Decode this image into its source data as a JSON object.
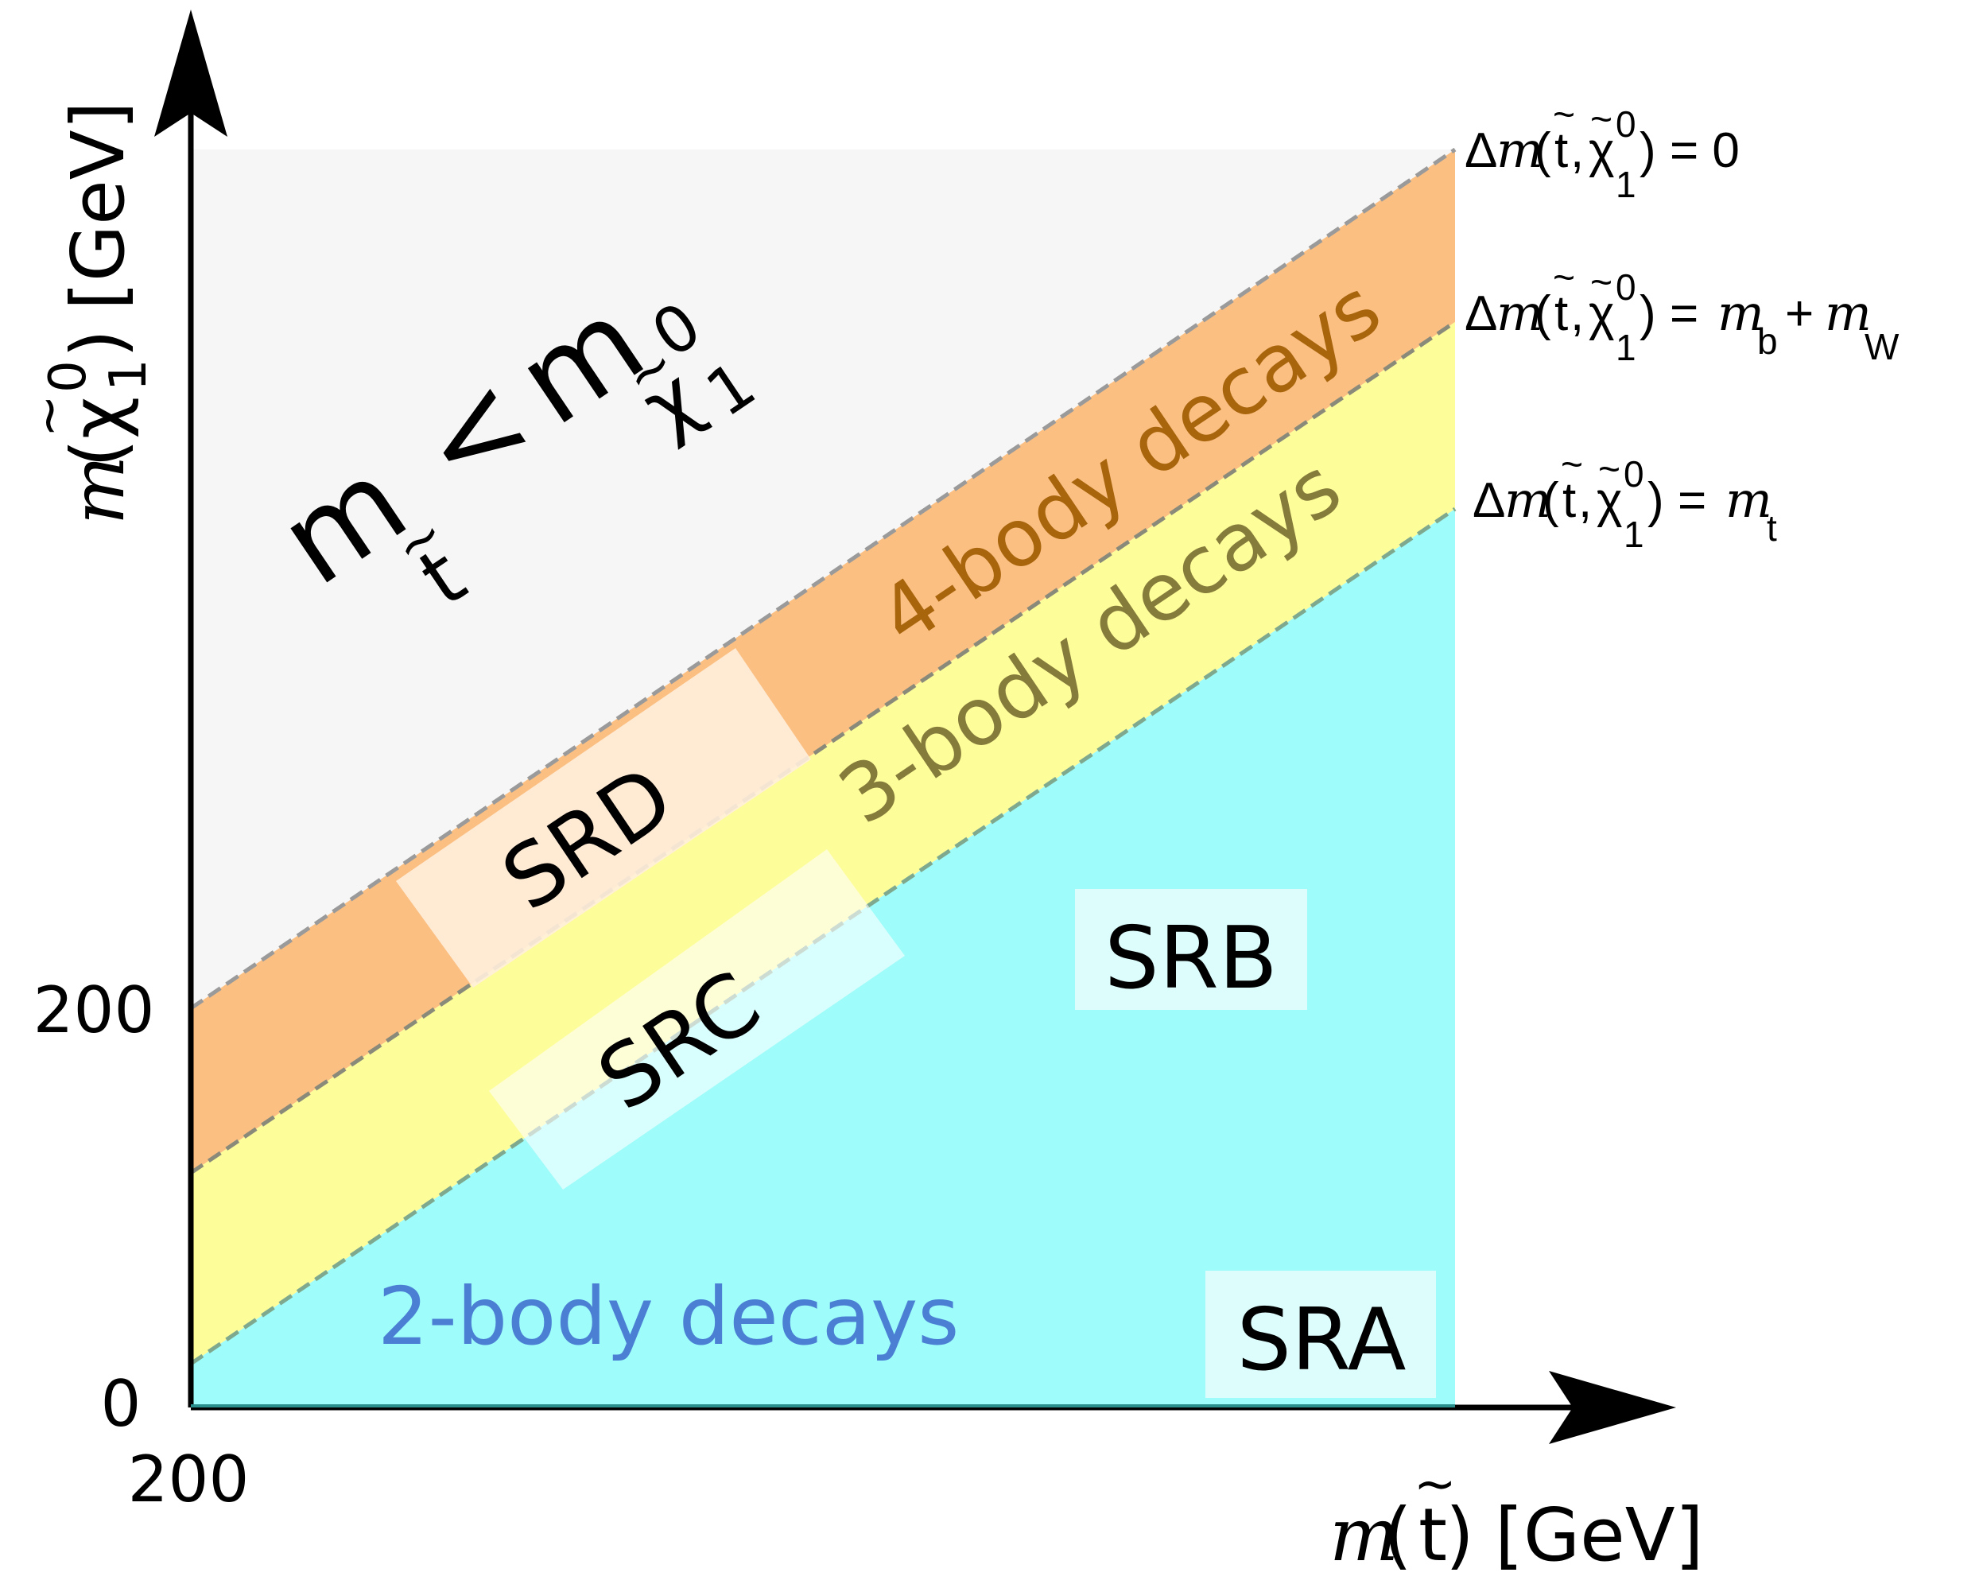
{
  "axes": {
    "x": {
      "title_prefix": "m",
      "title_symbol": "t",
      "title_unit": "[GeV]",
      "tick_value": "200",
      "tilde": "~"
    },
    "y": {
      "title_prefix": "m",
      "title_symbol": "χ",
      "title_sup": "0",
      "title_sub": "1",
      "title_unit": "[GeV]",
      "tick_top": "200",
      "tick_zero": "0",
      "tilde": "~"
    }
  },
  "regions": {
    "forbidden": {
      "m": "m",
      "t": "t",
      "lt": "<",
      "chi": "χ",
      "sup": "0",
      "sub": "1",
      "tilde": "~",
      "color": "#f6f6f6"
    },
    "four_body": {
      "label": "4-body decays",
      "color": "#fbbf82",
      "text_color": "#a8650c"
    },
    "three_body": {
      "label": "3-body decays",
      "color": "#fdfd9a",
      "text_color": "#857b3a"
    },
    "two_body": {
      "label": "2-body decays",
      "color": "#9efcfa",
      "text_color": "#4a7fd4"
    }
  },
  "signal_regions": {
    "SRA": "SRA",
    "SRB": "SRB",
    "SRC": "SRC",
    "SRD": "SRD"
  },
  "boundaries": {
    "zero": {
      "delta": "Δ",
      "m": "m",
      "t": "t",
      "chi": "χ",
      "sup": "0",
      "sub": "1",
      "tilde": "~",
      "rhs": "= 0"
    },
    "mbmw": {
      "delta": "Δ",
      "m": "m",
      "t": "t",
      "chi": "χ",
      "sup": "0",
      "sub": "1",
      "tilde": "~",
      "eq": "=",
      "mb": "m",
      "b": "b",
      "plus": "+",
      "mw": "m",
      "w": "W"
    },
    "mt": {
      "delta": "Δ",
      "m": "m",
      "t": "t",
      "chi": "χ",
      "sup": "0",
      "sub": "1",
      "tilde": "~",
      "eq": "=",
      "mt": "m",
      "tsub": "t"
    }
  }
}
